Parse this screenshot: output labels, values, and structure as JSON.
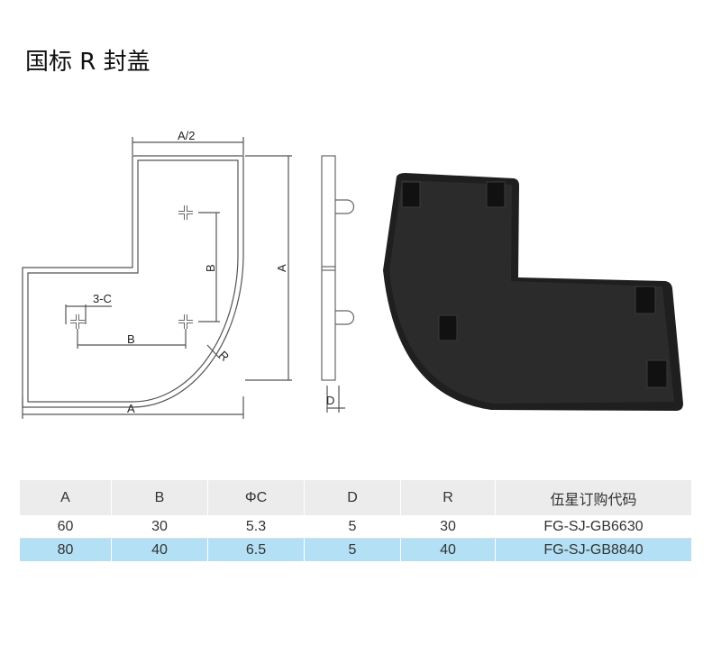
{
  "title": "国标 R 封盖",
  "drawing": {
    "labels": {
      "half_a": "A/2",
      "a_vertical": "A",
      "a_bottom": "A",
      "b_vertical": "B",
      "b_horizontal": "B",
      "hole": "3-C",
      "radius": "R",
      "depth": "D"
    }
  },
  "table": {
    "headers": [
      "A",
      "B",
      "ΦC",
      "D",
      "R",
      "伍星订购代码"
    ],
    "rows": [
      [
        "60",
        "30",
        "5.3",
        "5",
        "30",
        "FG-SJ-GB6630"
      ],
      [
        "80",
        "40",
        "6.5",
        "5",
        "40",
        "FG-SJ-GB8840"
      ]
    ]
  },
  "colors": {
    "highlight_row": "#b3e0f5",
    "header_bg": "#ececec",
    "part": "#1f1f1f"
  }
}
